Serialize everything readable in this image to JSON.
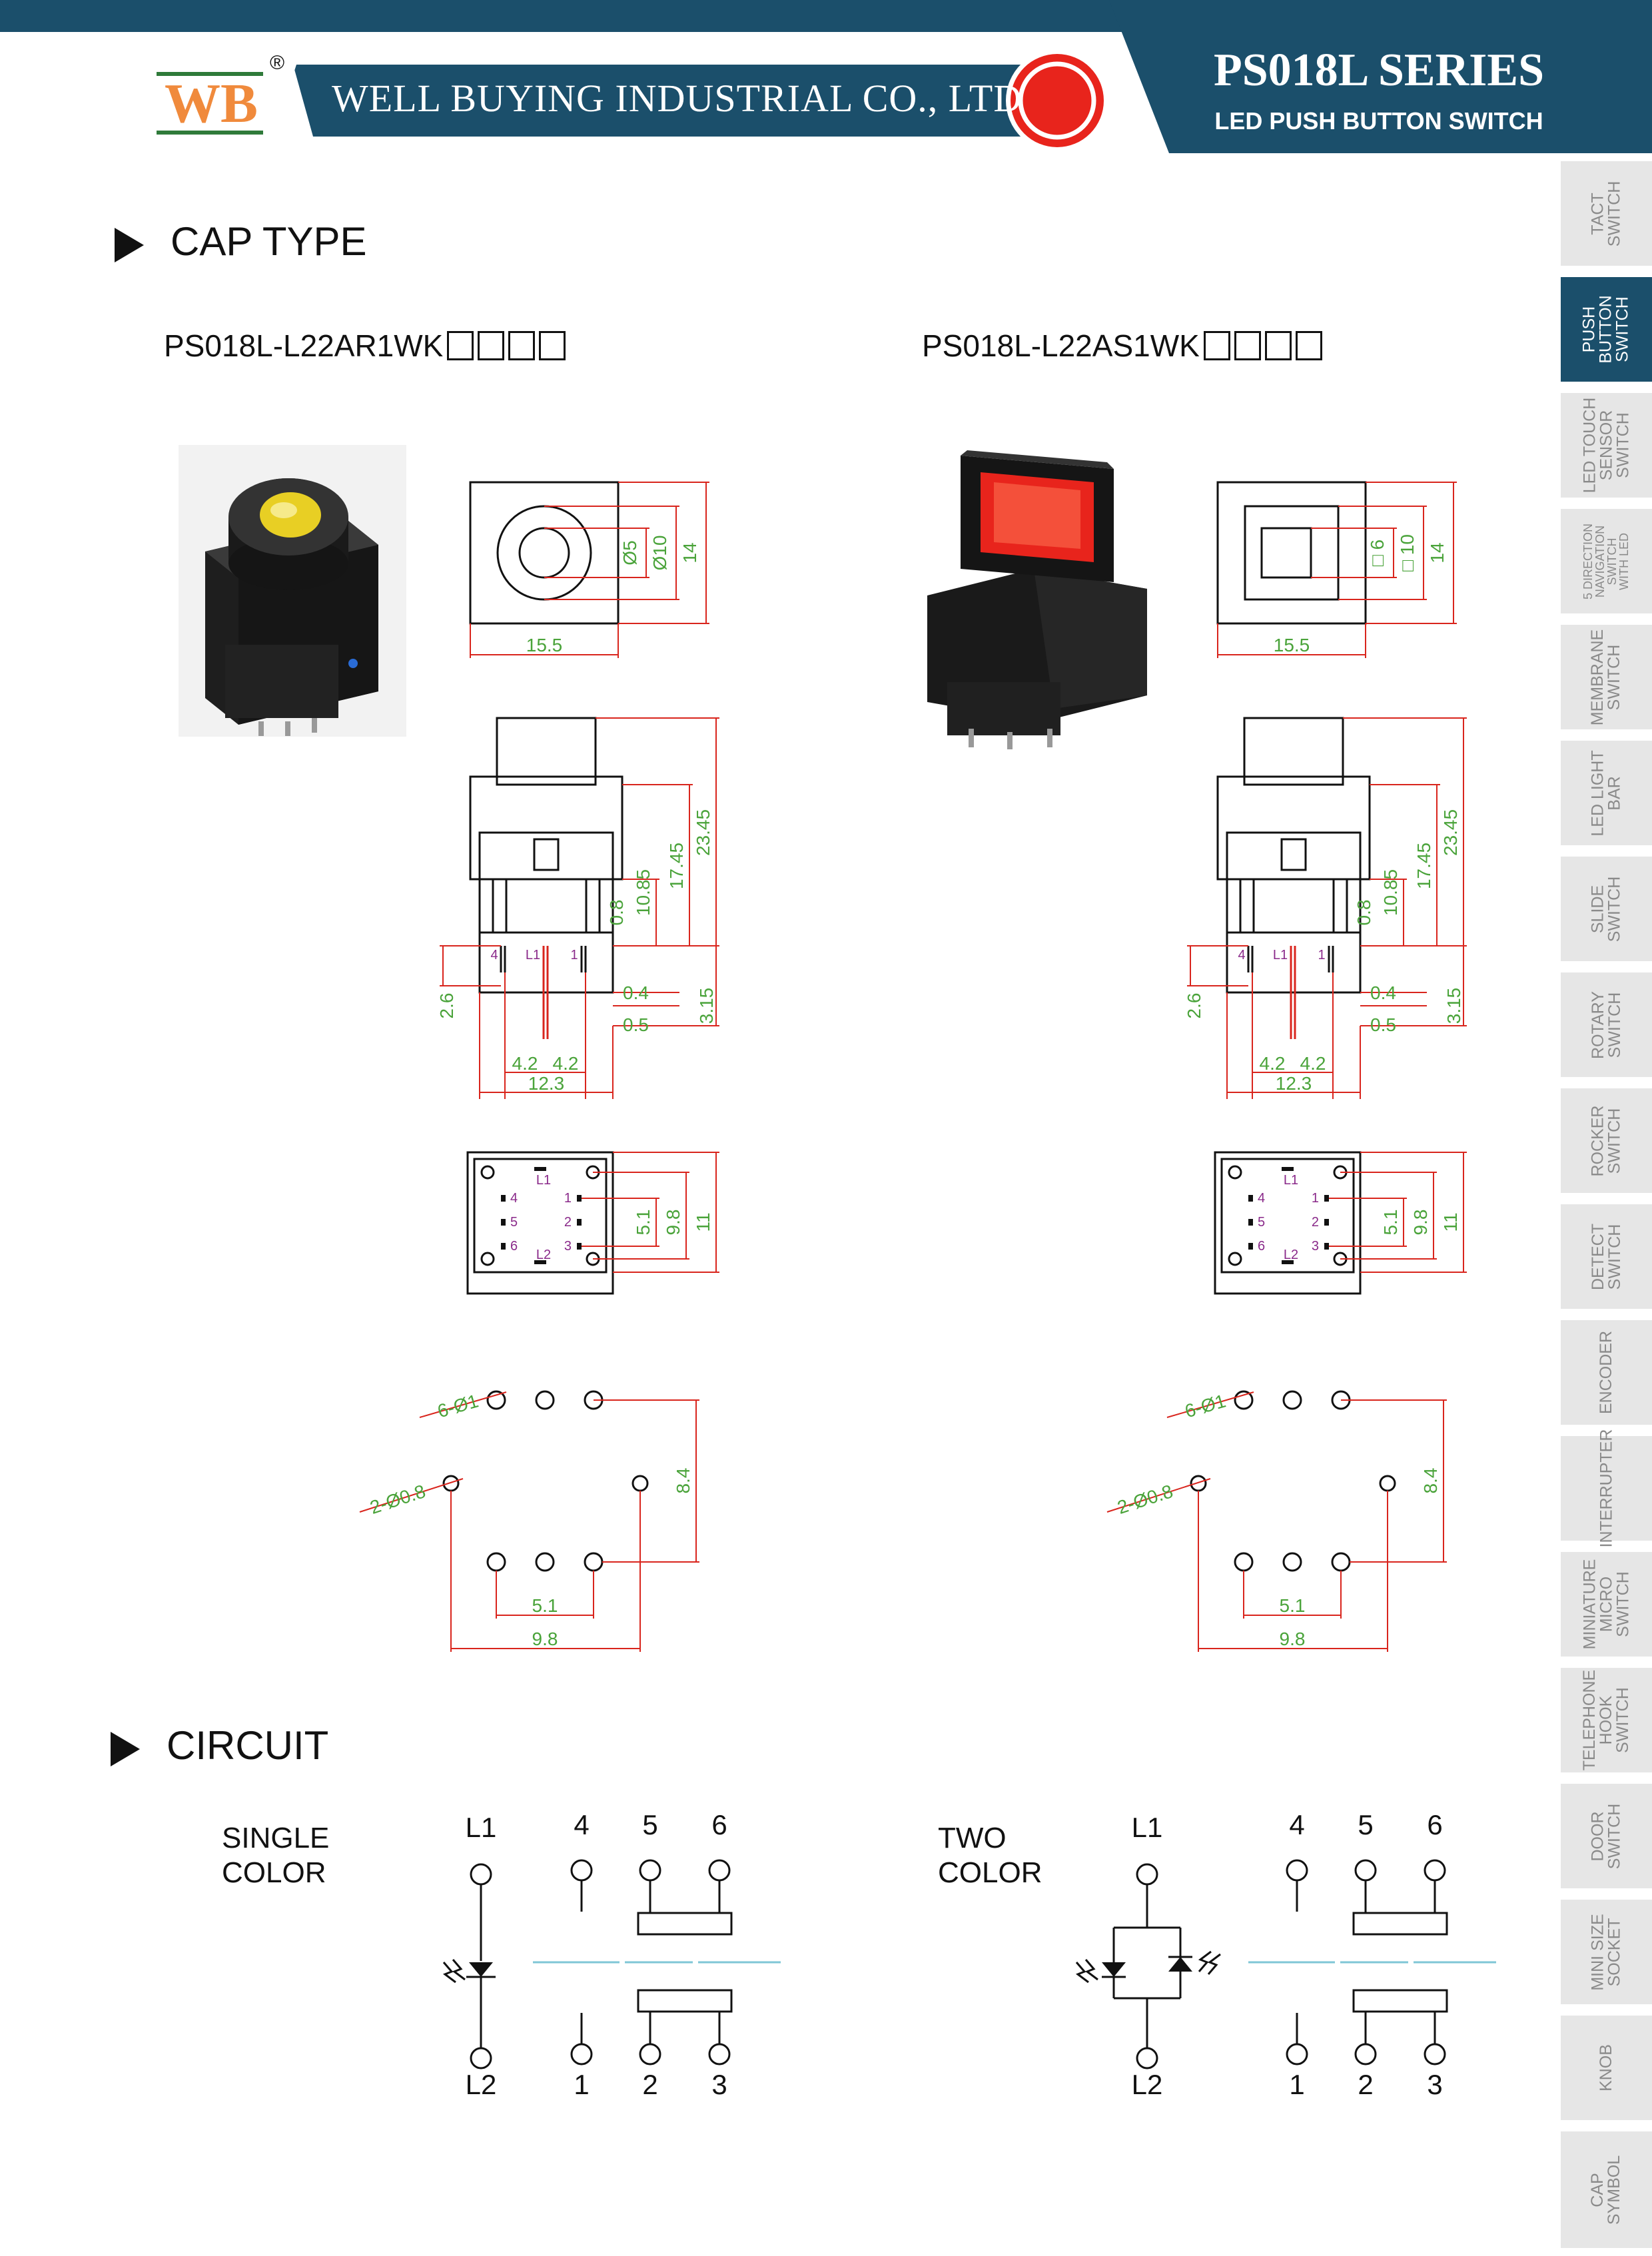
{
  "header": {
    "logo_text": "WB",
    "registered": "®",
    "company": "WELL BUYING INDUSTRIAL CO., LTD",
    "series": "PS018L SERIES",
    "product": "LED PUSH BUTTON SWITCH",
    "colors": {
      "navy": "#1b4f6b",
      "logo_orange": "#f08a3c",
      "red": "#e8241c",
      "dim_green": "#4aa33a",
      "dim_red": "#d9251d"
    }
  },
  "sidebar": {
    "items": [
      {
        "label": "TACT\nSWITCH",
        "active": false
      },
      {
        "label": "PUSH\nBUTTON\nSWITCH",
        "active": true
      },
      {
        "label": "LED TOUCH\nSENSOR\nSWITCH",
        "active": false
      },
      {
        "label": "5 DIRECTION\nNAVIGATION\nSWITCH\nWITH LED",
        "active": false
      },
      {
        "label": "MEMBRANE\nSWITCH",
        "active": false
      },
      {
        "label": "LED LIGHT\nBAR",
        "active": false
      },
      {
        "label": "SLIDE\nSWITCH",
        "active": false
      },
      {
        "label": "ROTARY\nSWITCH",
        "active": false
      },
      {
        "label": "ROCKER\nSWITCH",
        "active": false
      },
      {
        "label": "DETECT\nSWITCH",
        "active": false
      },
      {
        "label": "ENCODER",
        "active": false
      },
      {
        "label": "INTERRUPTER",
        "active": false
      },
      {
        "label": "MINIATURE\nMICRO\nSWITCH",
        "active": false
      },
      {
        "label": "TELEPHONE\nHOOK\nSWITCH",
        "active": false
      },
      {
        "label": "DOOR\nSWITCH",
        "active": false
      },
      {
        "label": "MINI SIZE\nSOCKET",
        "active": false
      },
      {
        "label": "KNOB",
        "active": false
      },
      {
        "label": "CAP\nSYMBOL",
        "active": false
      }
    ]
  },
  "cap_type": {
    "title": "CAP TYPE",
    "left": {
      "part_no": "PS018L-L22AR1WK",
      "top_dims": {
        "inner": "Ø5",
        "outer": "Ø10",
        "height": "14",
        "width": "15.5"
      }
    },
    "right": {
      "part_no": "PS018L-L22AS1WK",
      "top_dims": {
        "inner": "□ 6",
        "outer": "□ 10",
        "height": "14",
        "width": "15.5"
      }
    },
    "side_dims": {
      "d1": "0.8",
      "d2": "10.85",
      "d3": "17.45",
      "d4": "23.45",
      "d5": "2.6",
      "d6": "0.4",
      "d7": "0.5",
      "d8": "3.15",
      "d9a": "4.2",
      "d9b": "4.2",
      "d10": "12.3",
      "pin4": "4",
      "pinL1": "L1",
      "pin1": "1"
    },
    "bottom_dims": {
      "a": "5.1",
      "b": "9.8",
      "c": "11",
      "pins": [
        "L1",
        "1",
        "2",
        "3",
        "4",
        "5",
        "6",
        "L2"
      ]
    },
    "footprint_dims": {
      "holes6": "6-Ø1",
      "holes2": "2-Ø0.8",
      "h": "8.4",
      "w1": "5.1",
      "w2": "9.8"
    }
  },
  "circuit": {
    "title": "CIRCUIT",
    "single": {
      "label_line1": "SINGLE",
      "label_line2": "COLOR"
    },
    "two": {
      "label_line1": "TWO",
      "label_line2": "COLOR"
    },
    "pins": {
      "l1": "L1",
      "l2": "L2",
      "p4": "4",
      "p5": "5",
      "p6": "6",
      "p1": "1",
      "p2": "2",
      "p3": "3"
    }
  }
}
